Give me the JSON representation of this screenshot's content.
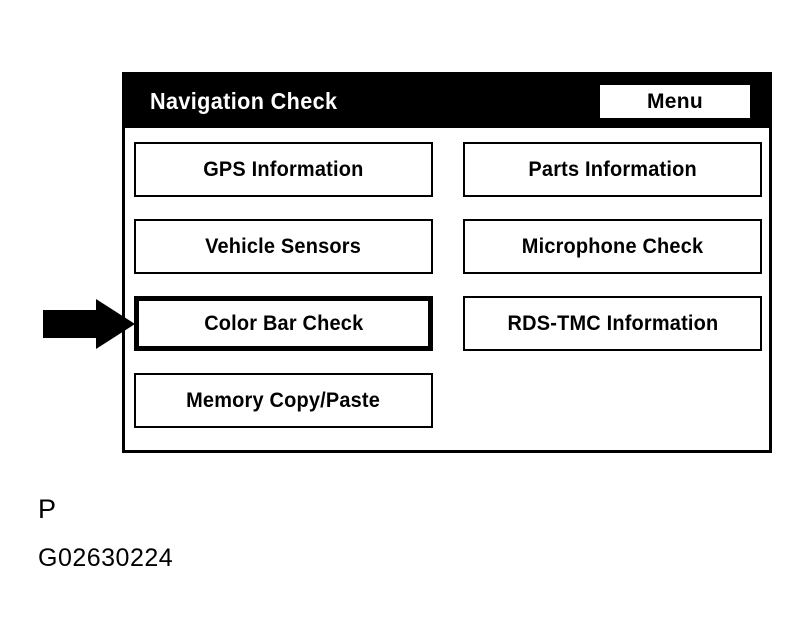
{
  "screen": {
    "title": "Navigation Check",
    "menu_button_label": "Menu",
    "title_bar_color": "#000000",
    "title_text_color": "#ffffff",
    "panel_background": "#ffffff",
    "panel_border_color": "#000000"
  },
  "buttons": {
    "left_column": [
      {
        "label": "GPS Information",
        "selected": false
      },
      {
        "label": "Vehicle Sensors",
        "selected": false
      },
      {
        "label": "Color Bar Check",
        "selected": true
      },
      {
        "label": "Memory Copy/Paste",
        "selected": false
      }
    ],
    "right_column": [
      {
        "label": "Parts Information",
        "selected": false
      },
      {
        "label": "Microphone Check",
        "selected": false
      },
      {
        "label": "RDS-TMC Information",
        "selected": false
      }
    ]
  },
  "annotation": {
    "arrow_direction": "right",
    "arrow_target": "Color Bar Check",
    "arrow_color": "#000000"
  },
  "caption": {
    "letter": "P",
    "code": "G02630224"
  }
}
